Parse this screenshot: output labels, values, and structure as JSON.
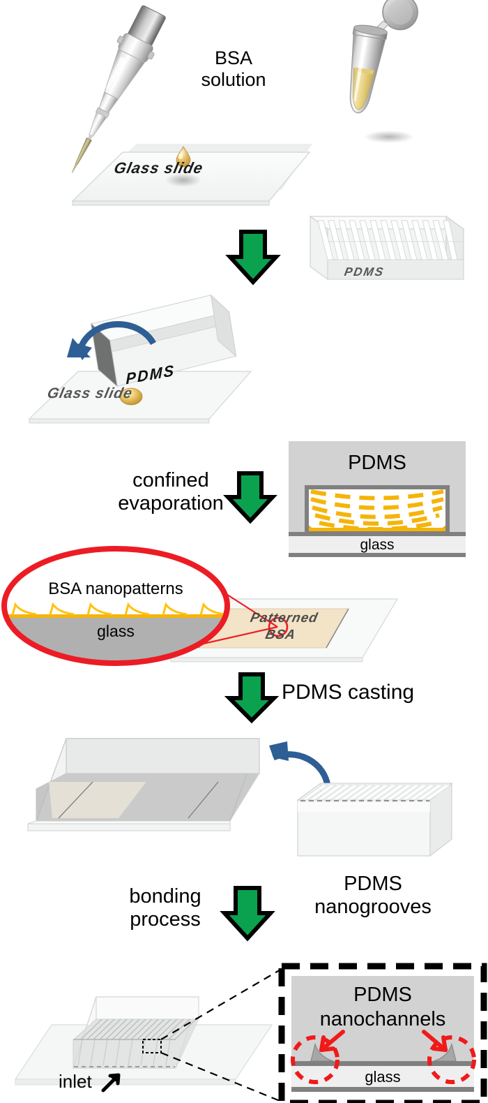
{
  "figure": {
    "title_text_blocks": {
      "bsa_solution": "BSA\nsolution",
      "glass_slide_1": "Glass slide",
      "pdms_block_label": "PDMS",
      "pdms_flip_label": "PDMS",
      "glass_slide_2": "Glass slide",
      "confined_evaporation": "confined\nevaporation",
      "evap_pdms": "PDMS",
      "evap_glass": "glass",
      "bsa_nanopatterns": "BSA nanopatterns",
      "callout_glass": "glass",
      "patterned_bsa": "Patterned\nBSA",
      "pdms_casting": "PDMS casting",
      "pdms_nanogrooves": "PDMS\nnanogrooves",
      "bonding_process": "bonding\nprocess",
      "inlet": "inlet",
      "pdms_nanochannels": "PDMS\nnanochannels",
      "final_glass": "glass"
    },
    "steps": [
      {
        "id": "step-1-deposit",
        "label": "BSA solution deposition onto glass slide"
      },
      {
        "id": "step-2-pdms",
        "label": "PDMS stamp with nanopillars"
      },
      {
        "id": "step-3-flip",
        "label": "Flip PDMS onto droplet"
      },
      {
        "id": "step-4-evap",
        "label": "confined evaporation"
      },
      {
        "id": "step-5-pattern",
        "label": "BSA nanopatterns on glass"
      },
      {
        "id": "step-6-casting",
        "label": "PDMS casting"
      },
      {
        "id": "step-7-grooves",
        "label": "PDMS nanogrooves"
      },
      {
        "id": "step-8-bonding",
        "label": "bonding process"
      },
      {
        "id": "step-9-channels",
        "label": "PDMS nanochannels device"
      }
    ],
    "icons": {
      "green_down_arrow": "green-down-arrow-icon",
      "blue_curved_arrow": "blue-curved-flip-arrow-icon",
      "red_ellipse_callout": "red-ellipse-callout-icon",
      "dashed_inset_frame": "dashed-inset-frame-icon",
      "inlet_arrow": "inlet-arrow-icon",
      "red_zoom_circles": "red-dashed-zoom-circle-icon",
      "pipette": "pipette-icon",
      "eppendorf_tube": "eppendorf-tube-icon",
      "droplet": "bsa-droplet-icon"
    },
    "colors": {
      "green_arrow": "#0aa24e",
      "green_arrow_outline": "#000000",
      "blue_arrow": "#2e5f94",
      "red_callout": "#ec1c24",
      "yellow_bsa": "#f5b40a",
      "yellow_bsa_light": "#ffc20e",
      "pdms_gray": "#d2d2d2",
      "glass_gray": "#808080",
      "glass_light": "#efefef",
      "slide_fill": "#f7f8f8",
      "patterned_bsa_fill": "#f3e3c7",
      "tube_liquid": "#e9d27a"
    },
    "counts": {
      "pdms_stamp_pillars": 13,
      "nanogroove_ridges": 18,
      "nanopattern_bumps": 6,
      "evap_flow_lines": 5
    }
  }
}
